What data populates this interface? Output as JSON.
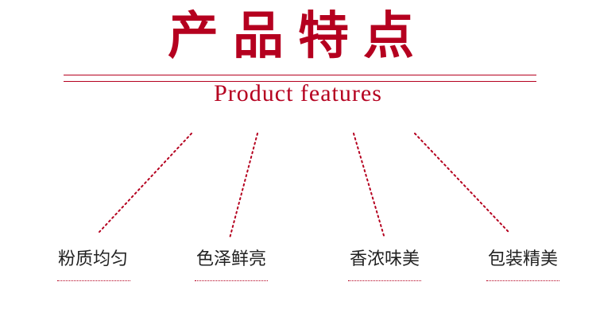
{
  "colors": {
    "accent": "#b5001f",
    "text": "#222222"
  },
  "header": {
    "title_cn": "产品特点",
    "title_en": "Product features"
  },
  "features": [
    {
      "label": "粉质均匀"
    },
    {
      "label": "色泽鲜亮"
    },
    {
      "label": "香浓味美"
    },
    {
      "label": "包装精美"
    }
  ]
}
